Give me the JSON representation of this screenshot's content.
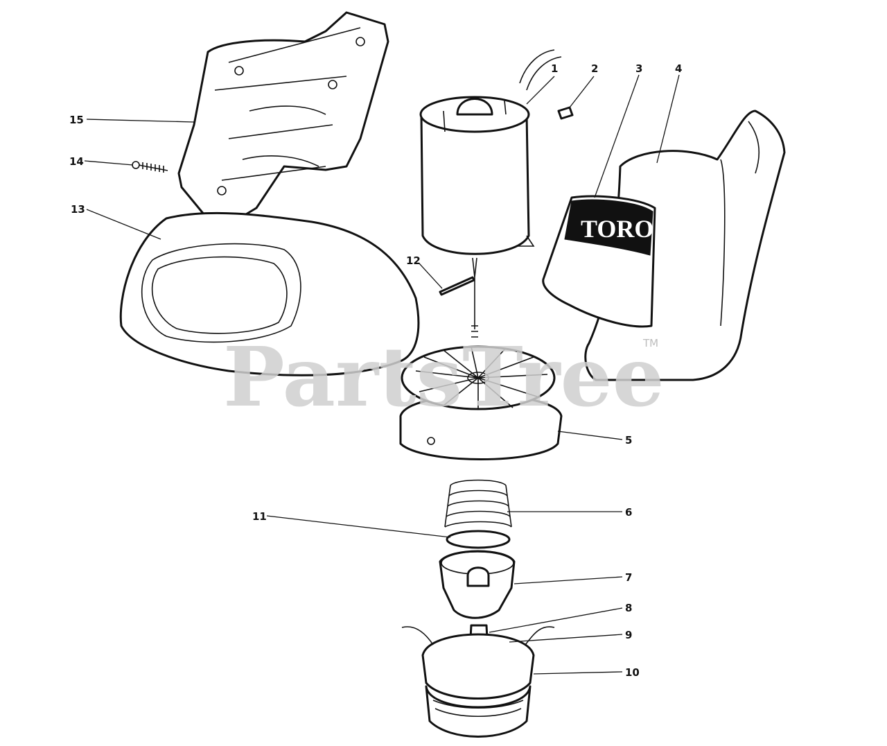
{
  "watermark": {
    "text": "PartsTree",
    "trademark": "TM"
  },
  "logo_text": "TORO",
  "callouts": [
    {
      "id": "1",
      "label": "1"
    },
    {
      "id": "2",
      "label": "2"
    },
    {
      "id": "3",
      "label": "3"
    },
    {
      "id": "4",
      "label": "4"
    },
    {
      "id": "5",
      "label": "5"
    },
    {
      "id": "6",
      "label": "6"
    },
    {
      "id": "7",
      "label": "7"
    },
    {
      "id": "8",
      "label": "8"
    },
    {
      "id": "9",
      "label": "9"
    },
    {
      "id": "10",
      "label": "10"
    },
    {
      "id": "11",
      "label": "11"
    },
    {
      "id": "12",
      "label": "12"
    },
    {
      "id": "13",
      "label": "13"
    },
    {
      "id": "14",
      "label": "14"
    },
    {
      "id": "15",
      "label": "15"
    }
  ]
}
